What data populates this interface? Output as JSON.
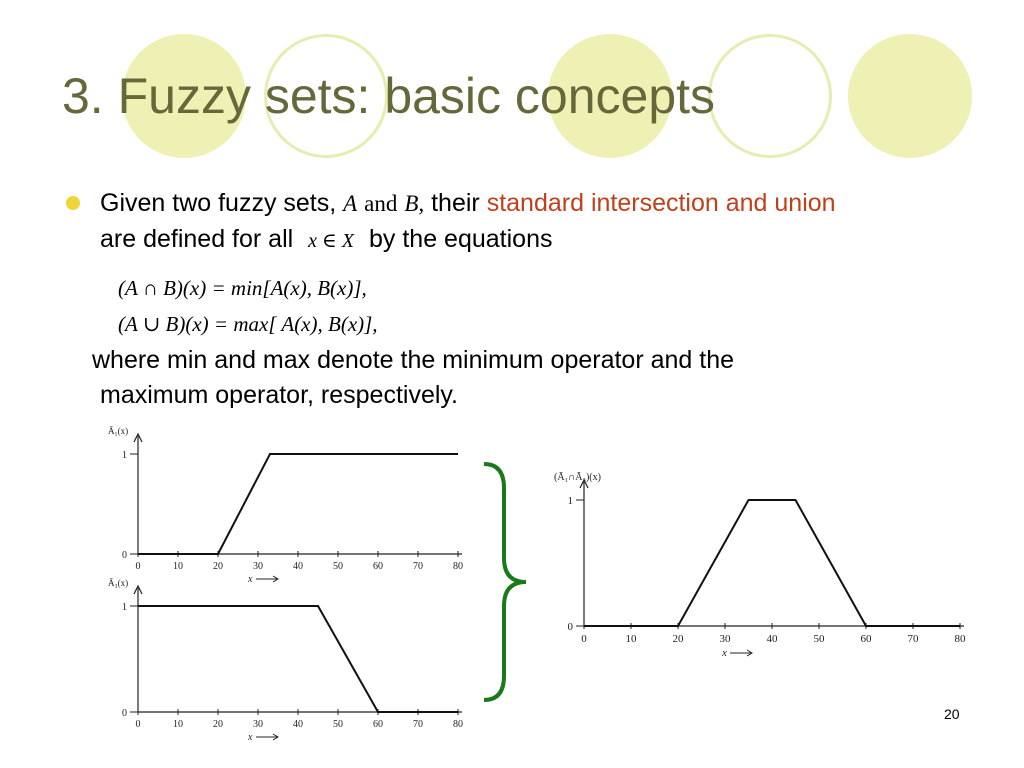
{
  "slide": {
    "title": "3. Fuzzy sets: basic concepts",
    "page_number": "20",
    "colors": {
      "title": "#67683a",
      "bullet": "#f0d53a",
      "highlight": "#c0401a",
      "brace": "#1a7a1a",
      "circle_fill": "#eef0b4",
      "circle_ring": "#e8ecb0"
    }
  },
  "text": {
    "line1_a": "Given two fuzzy sets,",
    "set_a": "A",
    "and_word": "and",
    "set_b": "B,",
    "line1_b": "their",
    "line1_highlight": "standard intersection and union",
    "line2_a": "are defined for all",
    "line2_math": "x ∈ X",
    "line2_b": "by the equations",
    "eq1": "(A ∩ B)(x) = min[A(x), B(x)],",
    "eq2": "(A ∪ B)(x) = max[ A(x), B(x)],",
    "line3": "where min and max denote the minimum operator and the",
    "line4": "maximum operator, respectively."
  },
  "chart_data": [
    {
      "type": "line",
      "ylabel": "Ā₁(x)",
      "xlabel": "x",
      "x_ticks": [
        "0",
        "10",
        "20",
        "30",
        "40",
        "50",
        "60",
        "70",
        "80"
      ],
      "y_ticks": [
        "0",
        "1"
      ],
      "xlim": [
        0,
        80
      ],
      "ylim": [
        0,
        1
      ],
      "series": [
        {
          "x": [
            0,
            20,
            33,
            80
          ],
          "y": [
            0,
            0,
            1,
            1
          ]
        }
      ]
    },
    {
      "type": "line",
      "ylabel": "Ā₃(x)",
      "xlabel": "x",
      "x_ticks": [
        "0",
        "10",
        "20",
        "30",
        "40",
        "50",
        "60",
        "70",
        "80"
      ],
      "y_ticks": [
        "0",
        "1"
      ],
      "xlim": [
        0,
        80
      ],
      "ylim": [
        0,
        1
      ],
      "series": [
        {
          "x": [
            0,
            45,
            60,
            80
          ],
          "y": [
            1,
            1,
            0,
            0
          ]
        }
      ]
    },
    {
      "type": "line",
      "ylabel": "(Ā₁∩Ā₃)(x)",
      "xlabel": "x",
      "x_ticks": [
        "0",
        "10",
        "20",
        "30",
        "40",
        "50",
        "60",
        "70",
        "80"
      ],
      "y_ticks": [
        "0",
        "1"
      ],
      "xlim": [
        0,
        80
      ],
      "ylim": [
        0,
        1
      ],
      "series": [
        {
          "x": [
            0,
            20,
            35,
            45,
            60,
            80
          ],
          "y": [
            0,
            0,
            1,
            1,
            0,
            0
          ]
        }
      ]
    }
  ]
}
